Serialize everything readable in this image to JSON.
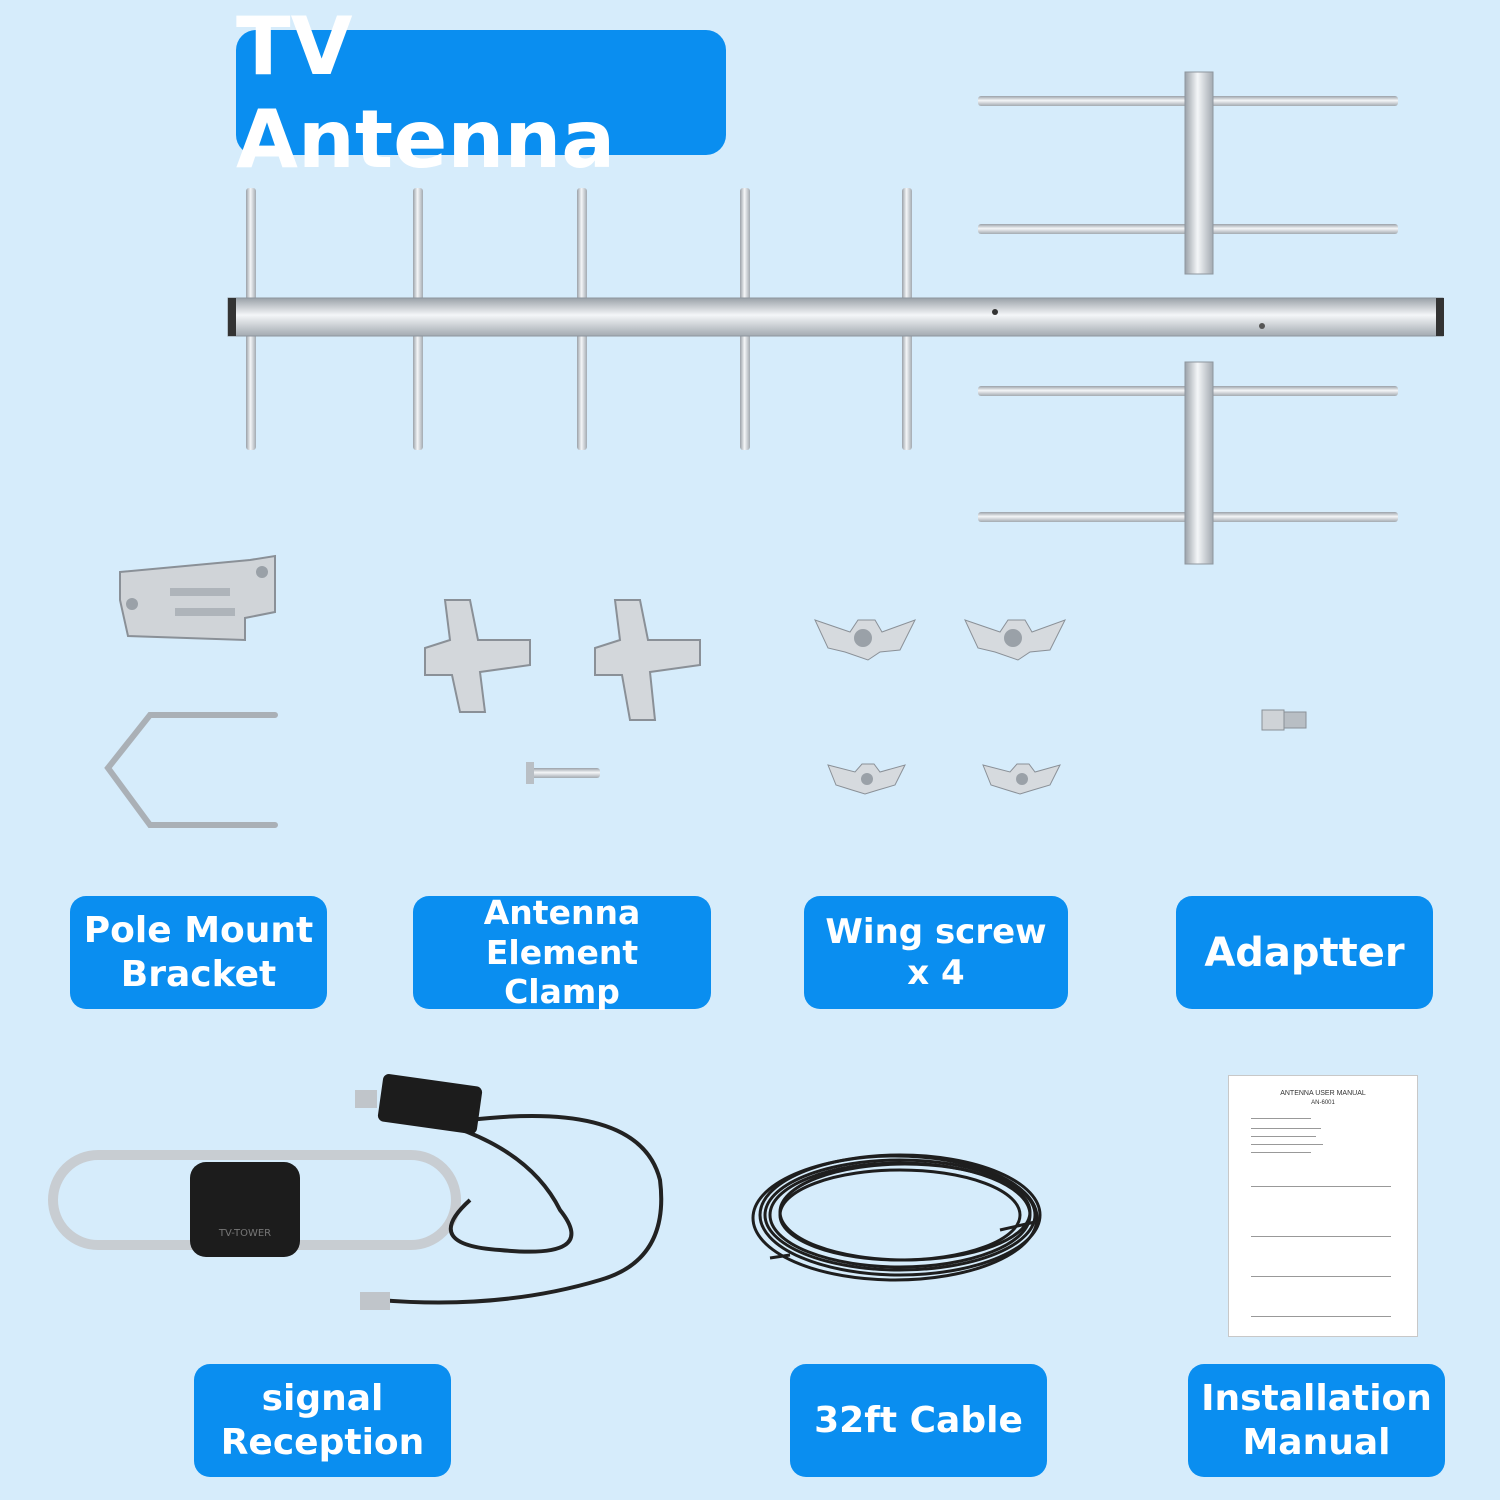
{
  "title": "TV Antenna",
  "labels": {
    "pole_mount": "Pole Mount\nBracket",
    "element_clamp": "Antenna Element\nClamp",
    "wing_screw": "Wing screw x 4",
    "adapter": "Adaptter",
    "signal": "signal\nReception",
    "cable": "32ft Cable",
    "manual": "Installation\nManual"
  },
  "manual_page": {
    "heading": "ANTENNA USER MANUAL",
    "model": "AN-6001"
  },
  "amplifier_text": "TV-TOWER",
  "colors": {
    "background": "#d6ecfb",
    "label_blue": "#0a8ef0",
    "metal": "#d9dde2"
  }
}
